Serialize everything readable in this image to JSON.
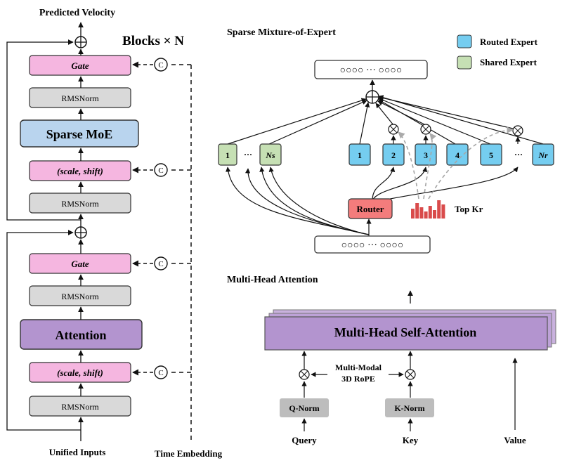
{
  "left": {
    "top_label": "Predicted Velocity",
    "blocks_label": "Blocks × N",
    "bottom_label": "Unified Inputs",
    "time_label": "Time Embedding",
    "gate": "Gate",
    "rmsnorm": "RMSNorm",
    "sparse_moe": "Sparse MoE",
    "attention": "Attention",
    "scale_shift": "(scale, shift)",
    "concat": "C",
    "plus": "⊕"
  },
  "moe": {
    "title": "Sparse Mixture-of-Expert",
    "legend": [
      {
        "label": "Routed Expert",
        "color": "#75cdf0"
      },
      {
        "label": "Shared Expert",
        "color": "#c6e0b4"
      }
    ],
    "tokens": "○○○○ ··· ○○○○",
    "shared_experts": [
      "1",
      "···",
      "Ns"
    ],
    "routed_experts": [
      "1",
      "2",
      "3",
      "4",
      "5",
      "···",
      "Nr"
    ],
    "router": "Router",
    "topk": "Top Kr",
    "colors": {
      "router": "#f47c7c",
      "bars": "#d94b4b"
    }
  },
  "mha": {
    "title": "Multi-Head Attention",
    "block": "Multi-Head Self-Attention",
    "rope": [
      "Multi-Modal",
      "3D RoPE"
    ],
    "qnorm": "Q-Norm",
    "knorm": "K-Norm",
    "inputs": [
      "Query",
      "Key",
      "Value"
    ],
    "colors": {
      "block": "#b394cf",
      "norm": "#bdbdbd"
    }
  }
}
